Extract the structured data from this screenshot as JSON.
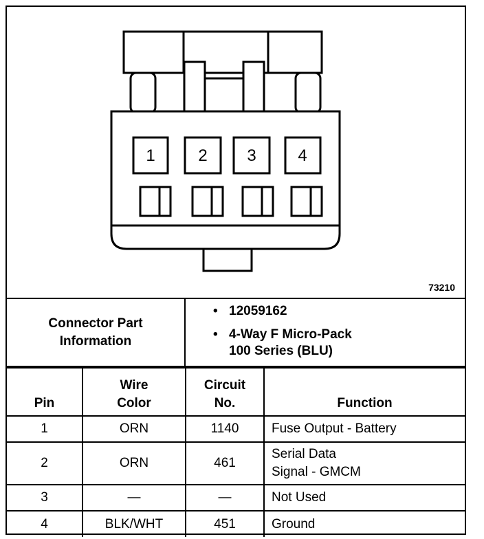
{
  "figure_number": "73210",
  "connector": {
    "pins": [
      "1",
      "2",
      "3",
      "4"
    ]
  },
  "part_info": {
    "label_line1": "Connector Part",
    "label_line2": "Information",
    "items": [
      {
        "lines": [
          "12059162"
        ]
      },
      {
        "lines": [
          "4-Way F Micro-Pack",
          "100 Series (BLU)"
        ]
      }
    ]
  },
  "table": {
    "headers": {
      "pin": "Pin",
      "wire_color_1": "Wire",
      "wire_color_2": "Color",
      "circuit_1": "Circuit",
      "circuit_2": "No.",
      "function": "Function"
    },
    "rows": [
      {
        "pin": "1",
        "wire": "ORN",
        "circuit": "1140",
        "function": [
          "Fuse Output - Battery"
        ]
      },
      {
        "pin": "2",
        "wire": "ORN",
        "circuit": "461",
        "function": [
          "Serial Data",
          "Signal - GMCM"
        ]
      },
      {
        "pin": "3",
        "wire": "—",
        "circuit": "—",
        "function": [
          "Not Used"
        ]
      },
      {
        "pin": "4",
        "wire": "BLK/WHT",
        "circuit": "451",
        "function": [
          "Ground"
        ]
      }
    ]
  }
}
